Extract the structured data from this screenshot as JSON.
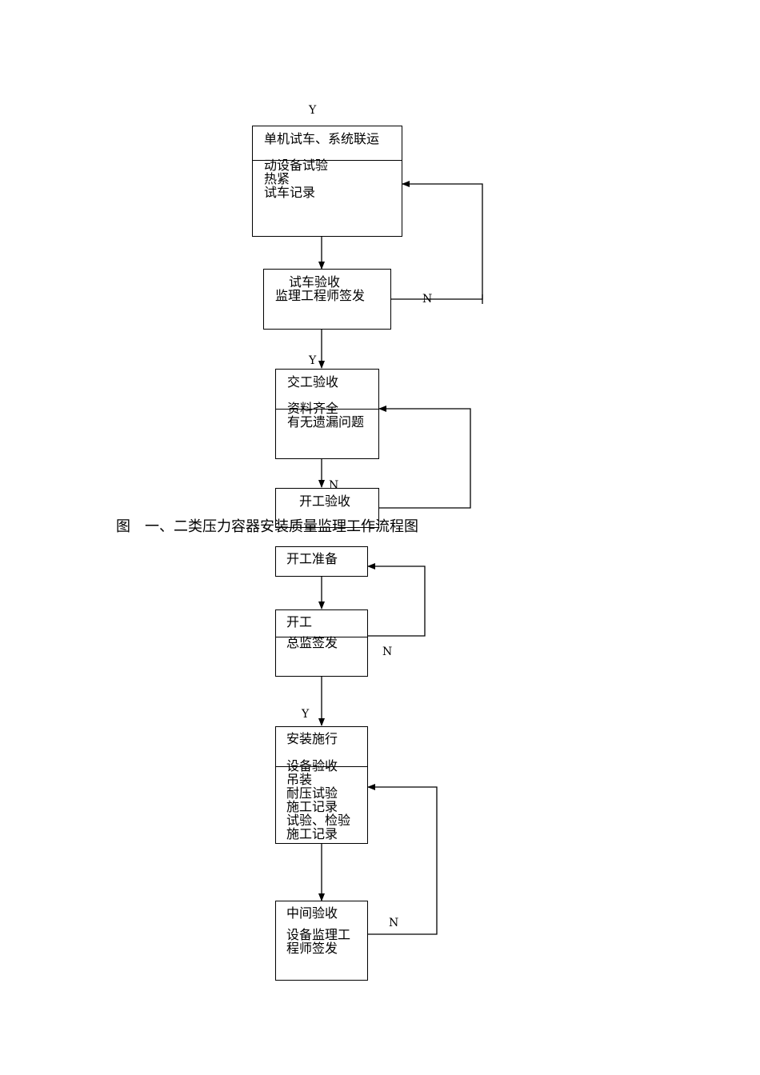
{
  "section1": {
    "label_y_top": "Y",
    "trial_run": {
      "title": "单机试车、系统联运",
      "items": [
        "动设备试验",
        "热紧",
        "试车记录"
      ]
    },
    "trial_accept": {
      "title": "试车验收",
      "sub": "监理工程师签发"
    },
    "label_n_trial": "N",
    "label_y_mid": "Y",
    "handover": {
      "title": "交工验收",
      "items": [
        "资料齐全",
        "有无遗漏问题"
      ]
    },
    "label_n_handover": "N",
    "start_accept": {
      "title": "开工验收"
    }
  },
  "caption": "图　一、二类压力容器安装质量监理工作流程图",
  "section2": {
    "prep": {
      "title": "开工准备"
    },
    "start": {
      "title": "开工",
      "sub": "总监签发"
    },
    "label_n_start": "N",
    "label_y": "Y",
    "install": {
      "title": "安装施行",
      "items": [
        "设备验收",
        "吊装",
        "耐压试验",
        "施工记录",
        "试验、检验",
        "施工记录"
      ]
    },
    "midcheck": {
      "title": "中间验收",
      "items": [
        "设备监理工",
        "程师签发"
      ]
    },
    "label_n_mid": "N"
  }
}
